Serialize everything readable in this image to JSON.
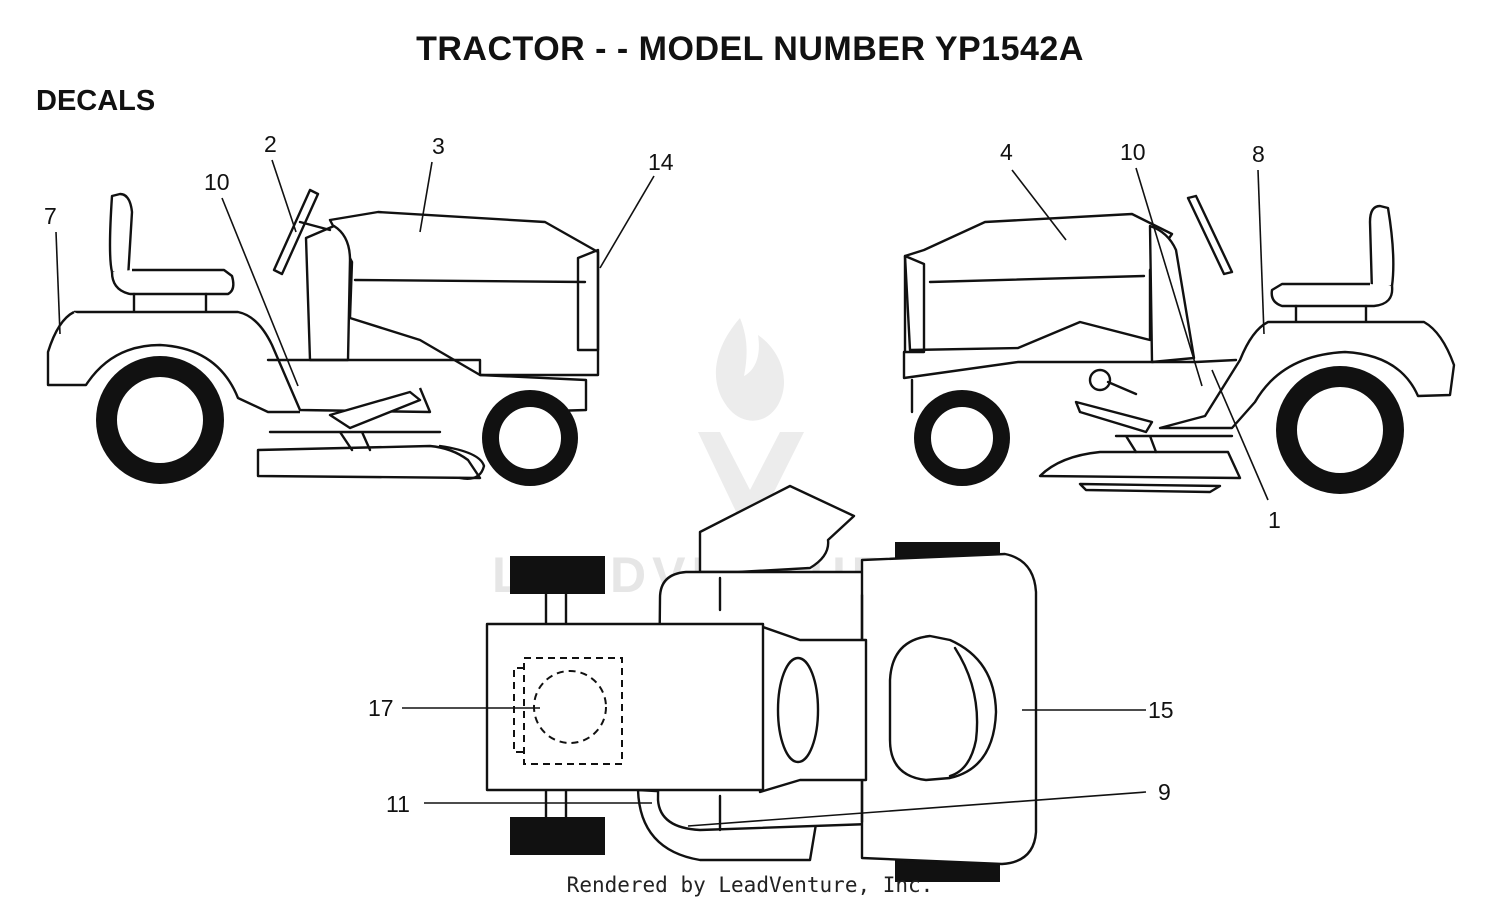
{
  "title": "TRACTOR - - MODEL NUMBER YP1542A",
  "section_label": "DECALS",
  "footer": "Rendered by LeadVenture, Inc.",
  "watermark": "LEADVENTURE",
  "callouts": {
    "left_view": [
      "7",
      "10",
      "2",
      "3",
      "14"
    ],
    "right_view": [
      "4",
      "10",
      "8",
      "1"
    ],
    "top_view": [
      "17",
      "11",
      "15",
      "9"
    ]
  }
}
